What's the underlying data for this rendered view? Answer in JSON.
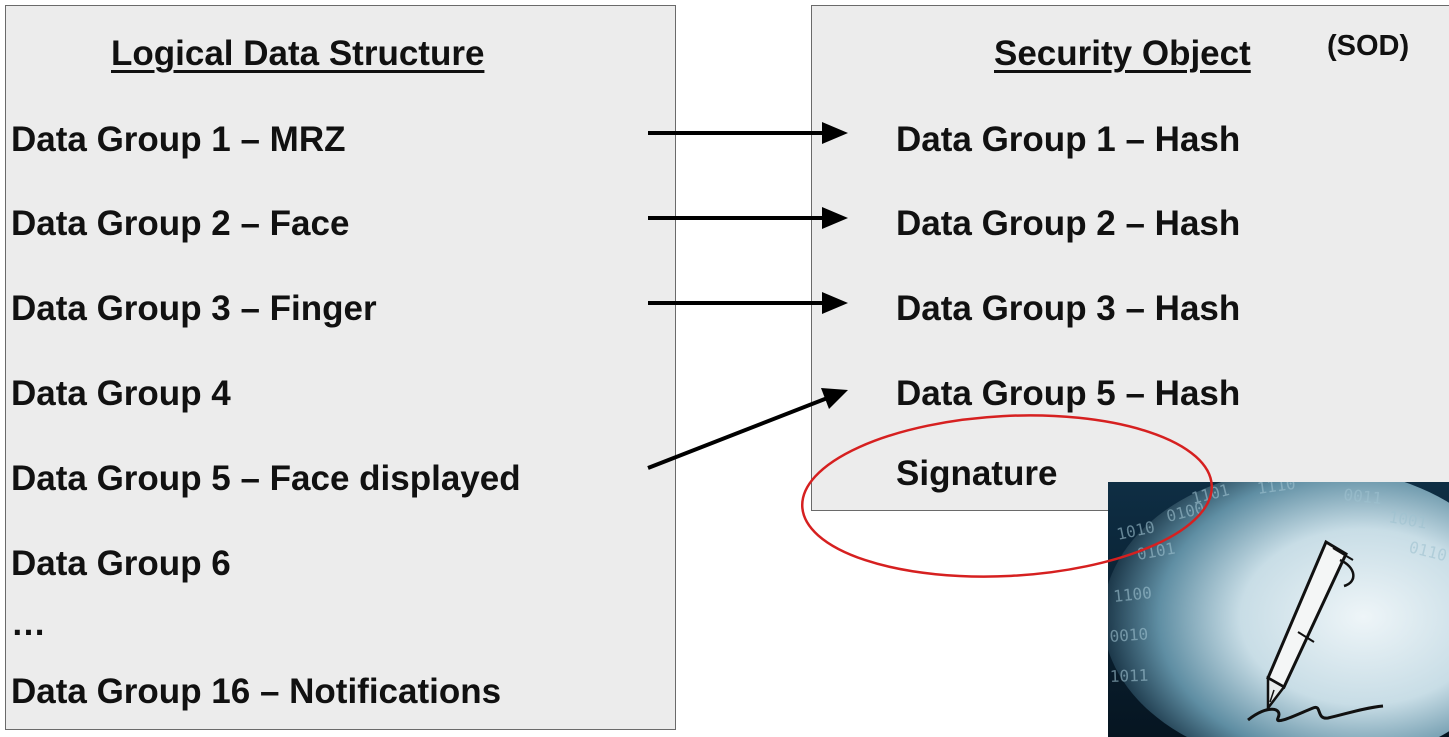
{
  "logical_data_structure": {
    "title": "Logical Data Structure",
    "items": [
      "Data Group 1 – MRZ",
      "Data Group 2 – Face",
      "Data Group 3 – Finger",
      "Data Group 4",
      "Data Group 5 – Face displayed",
      "Data Group 6",
      "…",
      "Data Group 16 – Notifications"
    ]
  },
  "security_object": {
    "title": "Security Object",
    "tag": "(SOD)",
    "items": [
      "Data Group 1 – Hash",
      "Data Group 2 – Hash",
      "Data Group 3 – Hash",
      "Data Group 5 – Hash",
      "Signature"
    ]
  },
  "arrows": [
    {
      "from": "Data Group 1 – MRZ",
      "to": "Data Group 1 – Hash"
    },
    {
      "from": "Data Group 2 – Face",
      "to": "Data Group 2 – Hash"
    },
    {
      "from": "Data Group 3 – Finger",
      "to": "Data Group 3 – Hash"
    },
    {
      "from": "Data Group 5 – Face displayed",
      "to": "Data Group 5 – Hash"
    }
  ],
  "image": {
    "binary_digits": [
      "1010",
      "0101",
      "1100",
      "0010",
      "1101",
      "1110",
      "0011",
      "1001",
      "0110",
      "1011",
      "0100"
    ],
    "icon": "fountain-pen-signing-icon"
  },
  "colors": {
    "panel_bg": "#ececec",
    "panel_border": "#6a6a6a",
    "text": "#111111",
    "highlight_ellipse": "#d62020",
    "image_bg_dark": "#0b2233",
    "image_glow": "#c8dde6"
  }
}
